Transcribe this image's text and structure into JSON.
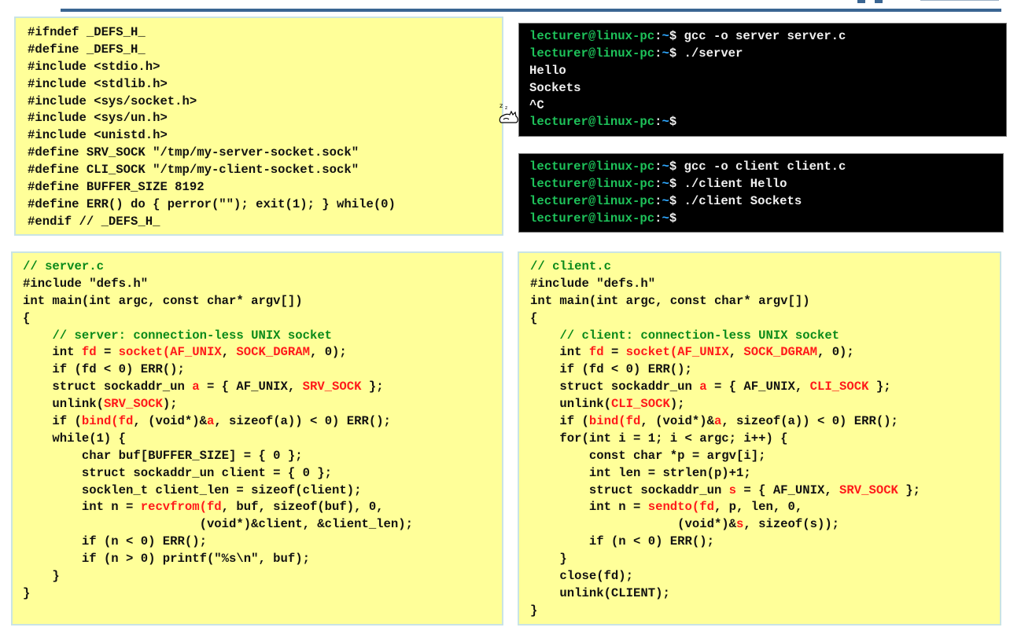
{
  "defs_h": {
    "lines": [
      [
        {
          "t": "#ifndef _DEFS_H_"
        }
      ],
      [
        {
          "t": "#define _DEFS_H_"
        }
      ],
      [
        {
          "t": "#include <stdio.h>"
        }
      ],
      [
        {
          "t": "#include <stdlib.h>"
        }
      ],
      [
        {
          "t": "#include <sys/socket.h>"
        }
      ],
      [
        {
          "t": "#include <sys/un.h>"
        }
      ],
      [
        {
          "t": "#include <unistd.h>"
        }
      ],
      [
        {
          "t": "#define SRV_SOCK \"/tmp/my-server-socket.sock\""
        }
      ],
      [
        {
          "t": "#define CLI_SOCK \"/tmp/my-client-socket.sock\""
        }
      ],
      [
        {
          "t": "#define BUFFER_SIZE 8192"
        }
      ],
      [
        {
          "t": "#define ERR() do { perror(\"\"); exit(1); } while(0)"
        }
      ],
      [
        {
          "t": "#endif // _DEFS_H_"
        }
      ]
    ]
  },
  "terminal_server": {
    "prompt_user": "lecturer@linux-pc",
    "prompt_colon": ":",
    "prompt_tilde": "~",
    "prompt_dollar": "$ ",
    "lines": [
      {
        "prompt": true,
        "cmd": "gcc -o server server.c"
      },
      {
        "prompt": true,
        "cmd": "./server"
      },
      {
        "prompt": false,
        "cmd": "Hello"
      },
      {
        "prompt": false,
        "cmd": "Sockets"
      },
      {
        "prompt": false,
        "cmd": "^C"
      },
      {
        "prompt": true,
        "cmd": ""
      }
    ]
  },
  "terminal_client": {
    "prompt_user": "lecturer@linux-pc",
    "prompt_colon": ":",
    "prompt_tilde": "~",
    "prompt_dollar": "$ ",
    "lines": [
      {
        "prompt": true,
        "cmd": "gcc -o client client.c"
      },
      {
        "prompt": true,
        "cmd": "./client Hello"
      },
      {
        "prompt": true,
        "cmd": "./client Sockets"
      },
      {
        "prompt": true,
        "cmd": ""
      }
    ]
  },
  "server_c": {
    "lines": [
      [
        {
          "t": "// server.c",
          "c": "cmt"
        }
      ],
      [
        {
          "t": "#include \"defs.h\""
        }
      ],
      [
        {
          "t": "int main(int argc, const char* argv[])"
        }
      ],
      [
        {
          "t": "{"
        }
      ],
      [
        {
          "t": "    "
        },
        {
          "t": "// server: connection-less UNIX socket",
          "c": "cmt"
        }
      ],
      [
        {
          "t": "    int "
        },
        {
          "t": "fd",
          "c": "hl"
        },
        {
          "t": " = "
        },
        {
          "t": "socket(AF_UNIX",
          "c": "hl"
        },
        {
          "t": ", "
        },
        {
          "t": "SOCK_DGRAM",
          "c": "hl"
        },
        {
          "t": ", 0);"
        }
      ],
      [
        {
          "t": "    if (fd < 0) ERR();"
        }
      ],
      [
        {
          "t": "    struct sockaddr_un "
        },
        {
          "t": "a",
          "c": "hl"
        },
        {
          "t": " = { AF_UNIX, "
        },
        {
          "t": "SRV_SOCK",
          "c": "hl"
        },
        {
          "t": " };"
        }
      ],
      [
        {
          "t": "    unlink("
        },
        {
          "t": "SRV_SOCK",
          "c": "hl"
        },
        {
          "t": ");"
        }
      ],
      [
        {
          "t": "    if ("
        },
        {
          "t": "bind(fd",
          "c": "hl"
        },
        {
          "t": ", (void*)&"
        },
        {
          "t": "a",
          "c": "hl"
        },
        {
          "t": ", sizeof(a)) < 0) ERR();"
        }
      ],
      [
        {
          "t": "    while(1) {"
        }
      ],
      [
        {
          "t": "        char buf[BUFFER_SIZE] = { 0 };"
        }
      ],
      [
        {
          "t": "        struct sockaddr_un client = { 0 };"
        }
      ],
      [
        {
          "t": "        socklen_t client_len = sizeof(client);"
        }
      ],
      [
        {
          "t": "        int n = "
        },
        {
          "t": "recvfrom(fd",
          "c": "hl"
        },
        {
          "t": ", buf, sizeof(buf), 0,"
        }
      ],
      [
        {
          "t": "                        (void*)&client, &client_len);"
        }
      ],
      [
        {
          "t": "        if (n < 0) ERR();"
        }
      ],
      [
        {
          "t": "        if (n > 0) printf(\"%s\\n\", buf);"
        }
      ],
      [
        {
          "t": "    }"
        }
      ],
      [
        {
          "t": "}"
        }
      ]
    ]
  },
  "client_c": {
    "lines": [
      [
        {
          "t": "// client.c",
          "c": "cmt"
        }
      ],
      [
        {
          "t": "#include \"defs.h\""
        }
      ],
      [
        {
          "t": "int main(int argc, const char* argv[])"
        }
      ],
      [
        {
          "t": "{"
        }
      ],
      [
        {
          "t": "    "
        },
        {
          "t": "// client: connection-less UNIX socket",
          "c": "cmt"
        }
      ],
      [
        {
          "t": "    int "
        },
        {
          "t": "fd",
          "c": "hl"
        },
        {
          "t": " = "
        },
        {
          "t": "socket(AF_UNIX",
          "c": "hl"
        },
        {
          "t": ", "
        },
        {
          "t": "SOCK_DGRAM",
          "c": "hl"
        },
        {
          "t": ", 0);"
        }
      ],
      [
        {
          "t": "    if (fd < 0) ERR();"
        }
      ],
      [
        {
          "t": "    struct sockaddr_un "
        },
        {
          "t": "a",
          "c": "hl"
        },
        {
          "t": " = { AF_UNIX, "
        },
        {
          "t": "CLI_SOCK",
          "c": "hl"
        },
        {
          "t": " };"
        }
      ],
      [
        {
          "t": "    unlink("
        },
        {
          "t": "CLI_SOCK",
          "c": "hl"
        },
        {
          "t": ");"
        }
      ],
      [
        {
          "t": "    if ("
        },
        {
          "t": "bind(fd",
          "c": "hl"
        },
        {
          "t": ", (void*)&"
        },
        {
          "t": "a",
          "c": "hl"
        },
        {
          "t": ", sizeof(a)) < 0) ERR();"
        }
      ],
      [
        {
          "t": "    for(int i = 1; i < argc; i++) {"
        }
      ],
      [
        {
          "t": "        const char *p = argv[i];"
        }
      ],
      [
        {
          "t": "        int len = strlen(p)+1;"
        }
      ],
      [
        {
          "t": "        struct sockaddr_un "
        },
        {
          "t": "s",
          "c": "hl"
        },
        {
          "t": " = { AF_UNIX, "
        },
        {
          "t": "SRV_SOCK",
          "c": "hl"
        },
        {
          "t": " };"
        }
      ],
      [
        {
          "t": "        int n = "
        },
        {
          "t": "sendto(fd",
          "c": "hl"
        },
        {
          "t": ", p, len, 0,"
        }
      ],
      [
        {
          "t": "                    (void*)&"
        },
        {
          "t": "s",
          "c": "hl"
        },
        {
          "t": ", sizeof(s));"
        }
      ],
      [
        {
          "t": "        if (n < 0) ERR();"
        }
      ],
      [
        {
          "t": "    }"
        }
      ],
      [
        {
          "t": "    close(fd);"
        }
      ],
      [
        {
          "t": "    unlink(CLIENT);"
        }
      ],
      [
        {
          "t": "}"
        }
      ]
    ]
  },
  "overlay": {
    "cursor_icon": "sleeping-cat-icon"
  },
  "colors": {
    "code_bg": "#ffff99",
    "comment": "#0a8a1a",
    "highlight": "#ff1a1a",
    "terminal_bg": "#000000",
    "prompt_user": "#1ec25a",
    "prompt_tilde": "#2ea8ff",
    "header_rule": "#3a6592"
  }
}
